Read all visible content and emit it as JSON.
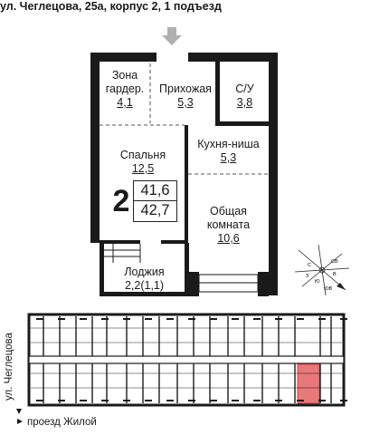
{
  "header": {
    "address": "ул. Чеглецова, 25а, корпус 2, 1 подъезд"
  },
  "rooms": [
    {
      "id": "wardrobe",
      "name": "Зона\nгардер.",
      "area": "4,1"
    },
    {
      "id": "hallway",
      "name": "Прихожая",
      "area": "5,3"
    },
    {
      "id": "bathroom",
      "name": "С/У",
      "area": "3,8"
    },
    {
      "id": "bedroom",
      "name": "Спальня",
      "area": "12,5"
    },
    {
      "id": "kitchen",
      "name": "Кухня-ниша",
      "area": "5,3"
    },
    {
      "id": "living",
      "name": "Общая\nкомната",
      "area": "10,6"
    },
    {
      "id": "loggia",
      "name": "Лоджия",
      "area": "2,2(1,1)"
    }
  ],
  "summary": {
    "rooms_count": "2",
    "total_area": "41,6",
    "total_area_with_loggia": "42,7"
  },
  "streets": {
    "vertical": "ул. Чеглецова",
    "horizontal": "проезд Жилой"
  },
  "colors": {
    "walls": "#1a1a1a",
    "highlight": "#e8787a",
    "arrow": "#b0b0b0",
    "dashed": "#555555"
  },
  "icons": {
    "entrance": "arrow-down-icon",
    "compass": "compass-rose-icon"
  }
}
